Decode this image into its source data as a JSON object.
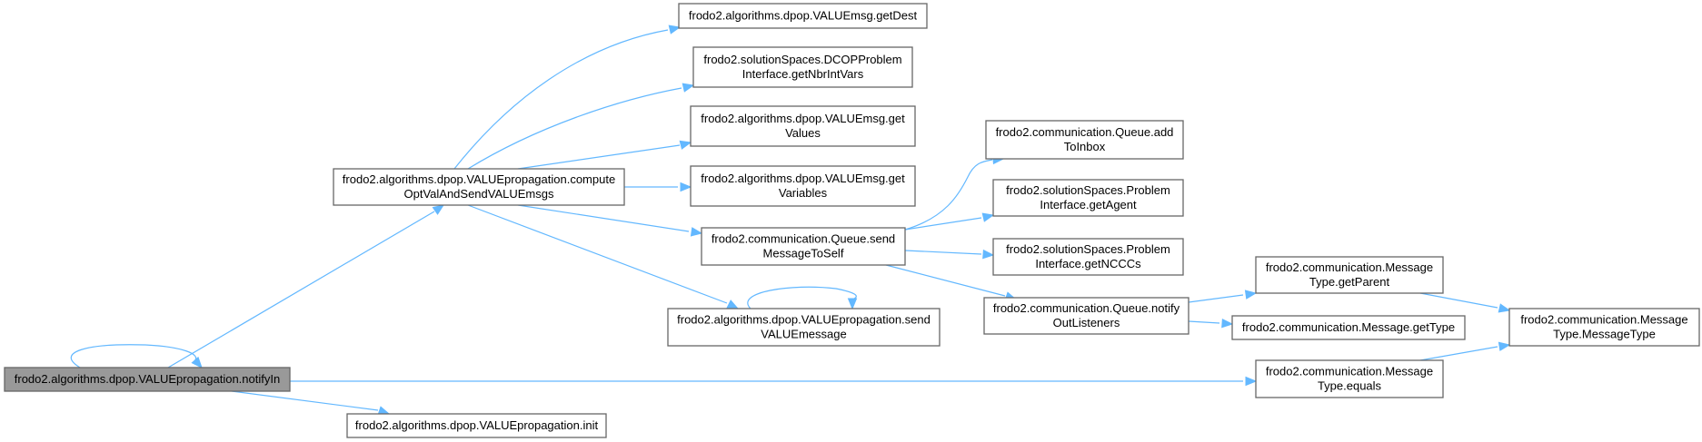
{
  "diagram": {
    "type": "call-graph",
    "edge_color": "#63b8ff",
    "root_fill": "#999999",
    "node_fill": "#ffffff",
    "border_color": "#666666",
    "nodes": [
      {
        "id": "notifyIn",
        "lines": [
          "frodo2.algorithms.dpop.VALUEpropagation.notifyIn"
        ],
        "root": true
      },
      {
        "id": "compute",
        "lines": [
          "frodo2.algorithms.dpop.VALUEpropagation.compute",
          "OptValAndSendVALUEmsgs"
        ]
      },
      {
        "id": "init",
        "lines": [
          "frodo2.algorithms.dpop.VALUEpropagation.init"
        ]
      },
      {
        "id": "getDest",
        "lines": [
          "frodo2.algorithms.dpop.VALUEmsg.getDest"
        ]
      },
      {
        "id": "getNbrIntVars",
        "lines": [
          "frodo2.solutionSpaces.DCOPProblem",
          "Interface.getNbrIntVars"
        ]
      },
      {
        "id": "getValues",
        "lines": [
          "frodo2.algorithms.dpop.VALUEmsg.get",
          "Values"
        ]
      },
      {
        "id": "getVariables",
        "lines": [
          "frodo2.algorithms.dpop.VALUEmsg.get",
          "Variables"
        ]
      },
      {
        "id": "sendMessageToSelf",
        "lines": [
          "frodo2.communication.Queue.send",
          "MessageToSelf"
        ]
      },
      {
        "id": "sendVALUEmessage",
        "lines": [
          "frodo2.algorithms.dpop.VALUEpropagation.send",
          "VALUEmessage"
        ]
      },
      {
        "id": "addToInbox",
        "lines": [
          "frodo2.communication.Queue.add",
          "ToInbox"
        ]
      },
      {
        "id": "getAgent",
        "lines": [
          "frodo2.solutionSpaces.Problem",
          "Interface.getAgent"
        ]
      },
      {
        "id": "getNCCCs",
        "lines": [
          "frodo2.solutionSpaces.Problem",
          "Interface.getNCCCs"
        ]
      },
      {
        "id": "notifyOutListeners",
        "lines": [
          "frodo2.communication.Queue.notify",
          "OutListeners"
        ]
      },
      {
        "id": "getParent",
        "lines": [
          "frodo2.communication.Message",
          "Type.getParent"
        ]
      },
      {
        "id": "getType",
        "lines": [
          "frodo2.communication.Message.getType"
        ]
      },
      {
        "id": "equals",
        "lines": [
          "frodo2.communication.Message",
          "Type.equals"
        ]
      },
      {
        "id": "MessageType",
        "lines": [
          "frodo2.communication.Message",
          "Type.MessageType"
        ]
      }
    ],
    "edges": [
      {
        "from": "notifyIn",
        "to": "notifyIn"
      },
      {
        "from": "notifyIn",
        "to": "compute"
      },
      {
        "from": "notifyIn",
        "to": "init"
      },
      {
        "from": "notifyIn",
        "to": "equals"
      },
      {
        "from": "compute",
        "to": "getDest"
      },
      {
        "from": "compute",
        "to": "getNbrIntVars"
      },
      {
        "from": "compute",
        "to": "getValues"
      },
      {
        "from": "compute",
        "to": "getVariables"
      },
      {
        "from": "compute",
        "to": "sendMessageToSelf"
      },
      {
        "from": "compute",
        "to": "sendVALUEmessage"
      },
      {
        "from": "sendVALUEmessage",
        "to": "sendVALUEmessage"
      },
      {
        "from": "sendMessageToSelf",
        "to": "addToInbox"
      },
      {
        "from": "sendMessageToSelf",
        "to": "getAgent"
      },
      {
        "from": "sendMessageToSelf",
        "to": "getNCCCs"
      },
      {
        "from": "sendMessageToSelf",
        "to": "notifyOutListeners"
      },
      {
        "from": "notifyOutListeners",
        "to": "getParent"
      },
      {
        "from": "notifyOutListeners",
        "to": "getType"
      },
      {
        "from": "getParent",
        "to": "MessageType"
      },
      {
        "from": "equals",
        "to": "MessageType"
      }
    ]
  }
}
